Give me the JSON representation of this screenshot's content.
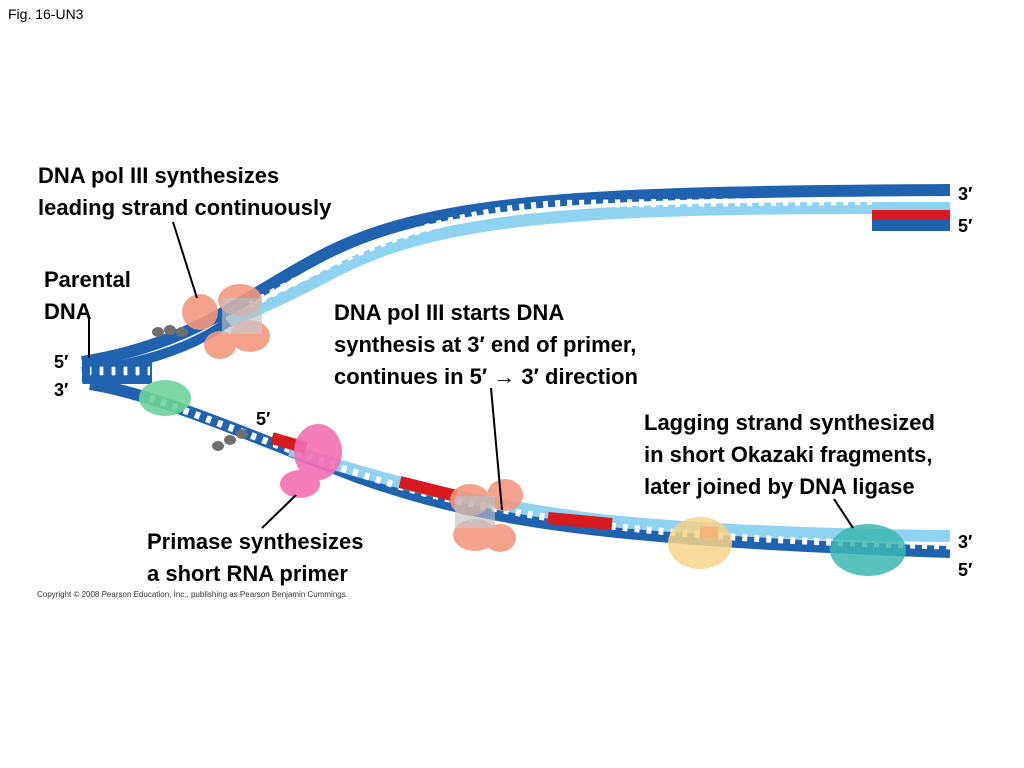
{
  "figure_label": "Fig. 16-UN3",
  "labels": {
    "leading": [
      "DNA pol III synthesizes",
      "leading strand continuously"
    ],
    "parental": [
      "Parental",
      "DNA"
    ],
    "polstart": [
      "DNA pol III starts DNA",
      "synthesis at 3′ end of primer,",
      "continues in 5′ → 3′ direction"
    ],
    "lagging": [
      "Lagging strand synthesized",
      "in short Okazaki fragments,",
      "later joined by DNA ligase"
    ],
    "primase": [
      "Primase synthesizes",
      "a short RNA primer"
    ]
  },
  "ends": {
    "top_right_3": "3′",
    "top_right_5": "5′",
    "left_5": "5′",
    "left_3": "3′",
    "primer_5": "5′",
    "bottom_right_3": "3′",
    "bottom_right_5": "5′"
  },
  "copyright": "Copyright © 2008 Pearson Education, Inc., publishing as Pearson Benjamin Cummings.",
  "colors": {
    "parental_strand": "#1f63b0",
    "new_strand": "#8fd2f2",
    "rna_primer": "#d71920",
    "dna_pol_iii": "#f39880",
    "primase": "#f46fb3",
    "helicase": "#6e6e6e",
    "binding_protein": "#6fd39a",
    "dna_pol_i": "#f7d488",
    "ligase": "#3cb7b2"
  }
}
